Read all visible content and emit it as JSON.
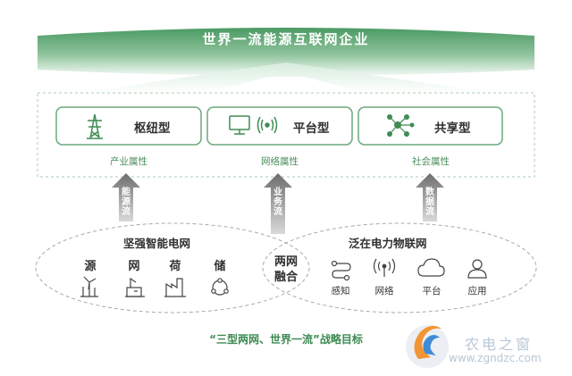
{
  "banner": {
    "title": "世界一流能源互联网企业"
  },
  "attributes": [
    {
      "type_label": "枢纽型",
      "attr_label": "产业属性",
      "icon": "power-tower-icon",
      "flow_label": "能源流"
    },
    {
      "type_label": "平台型",
      "attr_label": "网络属性",
      "icon": "monitor-signal-icon",
      "flow_label": "业务流"
    },
    {
      "type_label": "共享型",
      "attr_label": "社会属性",
      "icon": "network-nodes-icon",
      "flow_label": "数据流"
    }
  ],
  "smart_grid": {
    "title": "坚强智能电网",
    "items": [
      {
        "label": "源",
        "icon": "wind-turbine-icon"
      },
      {
        "label": "网",
        "icon": "substation-icon"
      },
      {
        "label": "荷",
        "icon": "factory-icon"
      },
      {
        "label": "储",
        "icon": "storage-cycle-icon"
      }
    ]
  },
  "merge": {
    "line1": "两网",
    "line2": "融合"
  },
  "iot": {
    "title": "泛在电力物联网",
    "items": [
      {
        "label": "感知",
        "icon": "sensor-route-icon"
      },
      {
        "label": "网络",
        "icon": "wireless-signal-icon"
      },
      {
        "label": "平台",
        "icon": "cloud-icon"
      },
      {
        "label": "应用",
        "icon": "user-icon"
      }
    ]
  },
  "goal": "“三型两网、世界一流”战略目标",
  "watermark": {
    "title": "农电之窗",
    "url": "www.zgndzc.com"
  },
  "colors": {
    "green_dark": "#3e8c54",
    "green_light": "#cfe8d5",
    "box_border": "#6aa97b",
    "dashed": "#9bc4a6",
    "ellipse": "#a7a7a7"
  }
}
